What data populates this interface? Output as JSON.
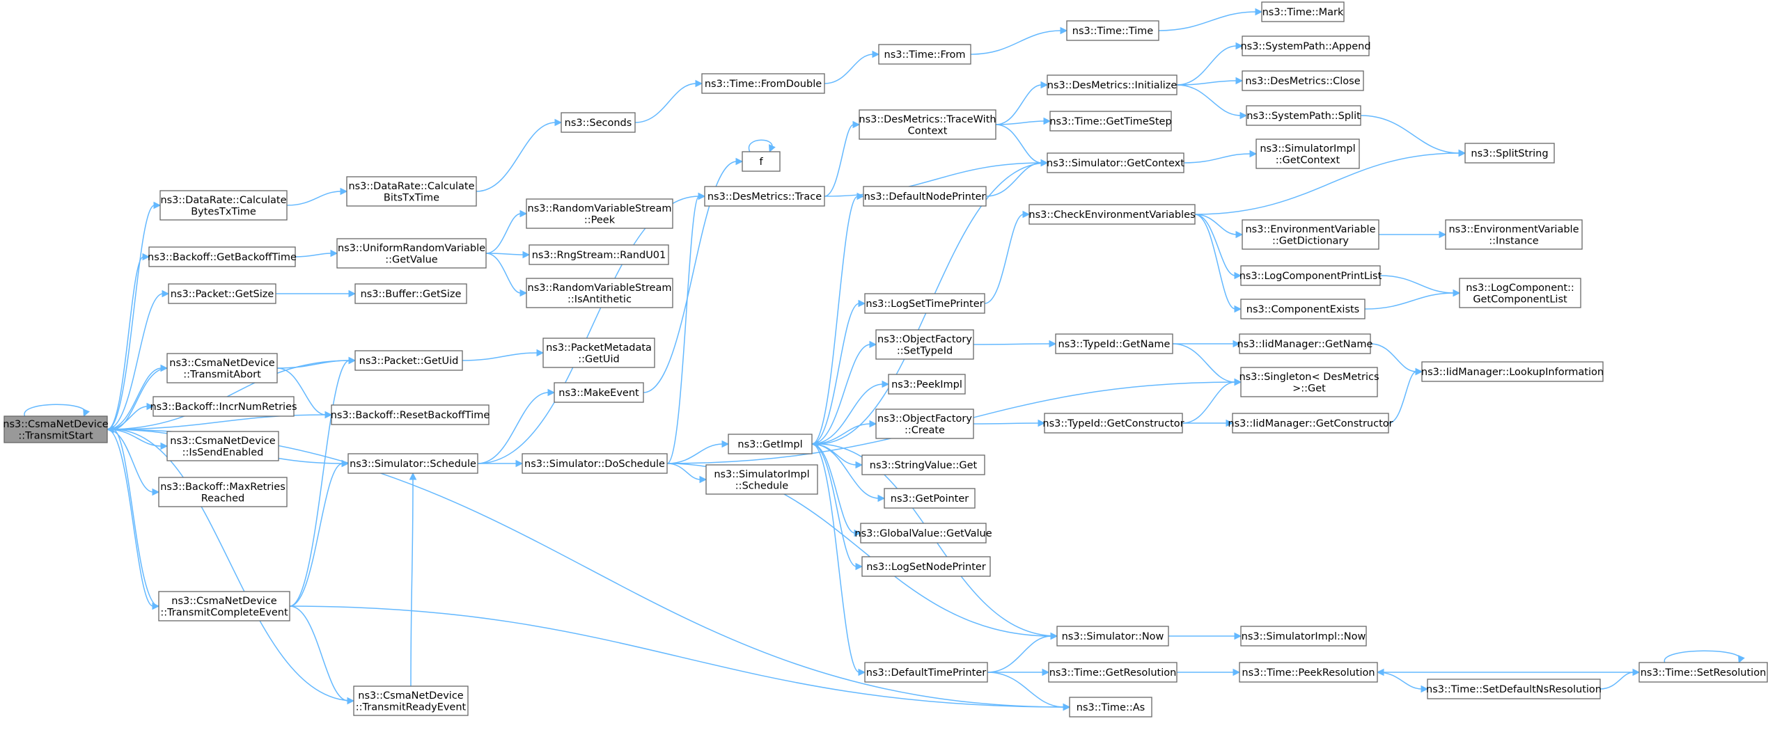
{
  "title": "ns3::CsmaNetDevice::TransmitStart call graph",
  "colors": {
    "edge": "#63b8ff",
    "node_border": "#666666",
    "root_fill": "#999999"
  },
  "nodes": [
    {
      "id": "root",
      "lines": [
        "ns3::CsmaNetDevice",
        "::TransmitStart"
      ],
      "root": true
    },
    {
      "id": "dr_calcTx",
      "lines": [
        "ns3::DataRate::Calculate",
        "BytesTxTime"
      ]
    },
    {
      "id": "dr_calcBits",
      "lines": [
        "ns3::DataRate::Calculate",
        "BitsTxTime"
      ]
    },
    {
      "id": "seconds",
      "lines": [
        "ns3::Seconds"
      ]
    },
    {
      "id": "fromDouble",
      "lines": [
        "ns3::Time::FromDouble"
      ]
    },
    {
      "id": "from",
      "lines": [
        "ns3::Time::From"
      ]
    },
    {
      "id": "timeTime",
      "lines": [
        "ns3::Time::Time"
      ]
    },
    {
      "id": "mark",
      "lines": [
        "ns3::Time::Mark"
      ]
    },
    {
      "id": "backoffTime",
      "lines": [
        "ns3::Backoff::GetBackoffTime"
      ]
    },
    {
      "id": "urvGet",
      "lines": [
        "ns3::UniformRandomVariable",
        "::GetValue"
      ]
    },
    {
      "id": "rvsPeek",
      "lines": [
        "ns3::RandomVariableStream",
        "::Peek"
      ]
    },
    {
      "id": "rand",
      "lines": [
        "ns3::RngStream::RandU01"
      ]
    },
    {
      "id": "rvsAnti",
      "lines": [
        "ns3::RandomVariableStream",
        "::IsAntithetic"
      ]
    },
    {
      "id": "pktSize",
      "lines": [
        "ns3::Packet::GetSize"
      ]
    },
    {
      "id": "bufSize",
      "lines": [
        "ns3::Buffer::GetSize"
      ]
    },
    {
      "id": "abort",
      "lines": [
        "ns3::CsmaNetDevice",
        "::TransmitAbort"
      ]
    },
    {
      "id": "pktUid",
      "lines": [
        "ns3::Packet::GetUid"
      ]
    },
    {
      "id": "metaUid",
      "lines": [
        "ns3::PacketMetadata",
        "::GetUid"
      ]
    },
    {
      "id": "incr",
      "lines": [
        "ns3::Backoff::IncrNumRetries"
      ]
    },
    {
      "id": "resetBk",
      "lines": [
        "ns3::Backoff::ResetBackoffTime"
      ]
    },
    {
      "id": "sendEn",
      "lines": [
        "ns3::CsmaNetDevice",
        "::IsSendEnabled"
      ]
    },
    {
      "id": "maxRet",
      "lines": [
        "ns3::Backoff::MaxRetries",
        "Reached"
      ]
    },
    {
      "id": "complete",
      "lines": [
        "ns3::CsmaNetDevice",
        "::TransmitCompleteEvent"
      ]
    },
    {
      "id": "ready",
      "lines": [
        "ns3::CsmaNetDevice",
        "::TransmitReadyEvent"
      ]
    },
    {
      "id": "makeEvent",
      "lines": [
        "ns3::MakeEvent"
      ]
    },
    {
      "id": "simSched",
      "lines": [
        "ns3::Simulator::Schedule"
      ]
    },
    {
      "id": "doSched",
      "lines": [
        "ns3::Simulator::DoSchedule"
      ]
    },
    {
      "id": "f",
      "lines": [
        "f"
      ]
    },
    {
      "id": "desTrace",
      "lines": [
        "ns3::DesMetrics::Trace"
      ]
    },
    {
      "id": "desTraceCtx",
      "lines": [
        "ns3::DesMetrics::TraceWith",
        "Context"
      ]
    },
    {
      "id": "desInit",
      "lines": [
        "ns3::DesMetrics::Initialize"
      ]
    },
    {
      "id": "spAppend",
      "lines": [
        "ns3::SystemPath::Append"
      ]
    },
    {
      "id": "desClose",
      "lines": [
        "ns3::DesMetrics::Close"
      ]
    },
    {
      "id": "spSplit",
      "lines": [
        "ns3::SystemPath::Split"
      ]
    },
    {
      "id": "splitStr",
      "lines": [
        "ns3::SplitString"
      ]
    },
    {
      "id": "timeStep",
      "lines": [
        "ns3::Time::GetTimeStep"
      ]
    },
    {
      "id": "simCtx",
      "lines": [
        "ns3::Simulator::GetContext"
      ]
    },
    {
      "id": "simImplCtx",
      "lines": [
        "ns3::SimulatorImpl",
        "::GetContext"
      ]
    },
    {
      "id": "defNode",
      "lines": [
        "ns3::DefaultNodePrinter"
      ]
    },
    {
      "id": "checkEnv",
      "lines": [
        "ns3::CheckEnvironmentVariables"
      ]
    },
    {
      "id": "envDict",
      "lines": [
        "ns3::EnvironmentVariable",
        "::GetDictionary"
      ]
    },
    {
      "id": "envInst",
      "lines": [
        "ns3::EnvironmentVariable",
        "::Instance"
      ]
    },
    {
      "id": "lcpList",
      "lines": [
        "ns3::LogComponentPrintList"
      ]
    },
    {
      "id": "lcList",
      "lines": [
        "ns3::LogComponent::",
        "GetComponentList"
      ]
    },
    {
      "id": "compExists",
      "lines": [
        "ns3::ComponentExists"
      ]
    },
    {
      "id": "logSetTime",
      "lines": [
        "ns3::LogSetTimePrinter"
      ]
    },
    {
      "id": "ofSetType",
      "lines": [
        "ns3::ObjectFactory",
        "::SetTypeId"
      ]
    },
    {
      "id": "tidGetName",
      "lines": [
        "ns3::TypeId::GetName"
      ]
    },
    {
      "id": "iidGetName",
      "lines": [
        "ns3::IidManager::GetName"
      ]
    },
    {
      "id": "iidLookup",
      "lines": [
        "ns3::IidManager::LookupInformation"
      ]
    },
    {
      "id": "singleton",
      "lines": [
        "ns3::Singleton< DesMetrics",
        ">::Get"
      ]
    },
    {
      "id": "peekImpl",
      "lines": [
        "ns3::PeekImpl"
      ]
    },
    {
      "id": "getImpl",
      "lines": [
        "ns3::GetImpl"
      ]
    },
    {
      "id": "ofCreate",
      "lines": [
        "ns3::ObjectFactory",
        "::Create"
      ]
    },
    {
      "id": "tidCtor",
      "lines": [
        "ns3::TypeId::GetConstructor"
      ]
    },
    {
      "id": "iidCtor",
      "lines": [
        "ns3::IidManager::GetConstructor"
      ]
    },
    {
      "id": "strGet",
      "lines": [
        "ns3::StringValue::Get"
      ]
    },
    {
      "id": "getPtr",
      "lines": [
        "ns3::GetPointer"
      ]
    },
    {
      "id": "gvGet",
      "lines": [
        "ns3::GlobalValue::GetValue"
      ]
    },
    {
      "id": "logSetNode",
      "lines": [
        "ns3::LogSetNodePrinter"
      ]
    },
    {
      "id": "simImplSched",
      "lines": [
        "ns3::SimulatorImpl",
        "::Schedule"
      ]
    },
    {
      "id": "simNow",
      "lines": [
        "ns3::Simulator::Now"
      ]
    },
    {
      "id": "simImplNow",
      "lines": [
        "ns3::SimulatorImpl::Now"
      ]
    },
    {
      "id": "defTime",
      "lines": [
        "ns3::DefaultTimePrinter"
      ]
    },
    {
      "id": "getRes",
      "lines": [
        "ns3::Time::GetResolution"
      ]
    },
    {
      "id": "peekRes",
      "lines": [
        "ns3::Time::PeekResolution"
      ]
    },
    {
      "id": "setDefNs",
      "lines": [
        "ns3::Time::SetDefaultNsResolution"
      ]
    },
    {
      "id": "setRes",
      "lines": [
        "ns3::Time::SetResolution"
      ]
    },
    {
      "id": "timeAs",
      "lines": [
        "ns3::Time::As"
      ]
    }
  ],
  "edges": [
    [
      "root",
      "root"
    ],
    [
      "root",
      "dr_calcTx"
    ],
    [
      "root",
      "backoffTime"
    ],
    [
      "root",
      "pktSize"
    ],
    [
      "root",
      "pktUid"
    ],
    [
      "root",
      "abort"
    ],
    [
      "root",
      "incr"
    ],
    [
      "root",
      "sendEn"
    ],
    [
      "root",
      "maxRet"
    ],
    [
      "root",
      "resetBk"
    ],
    [
      "root",
      "simSched"
    ],
    [
      "root",
      "complete"
    ],
    [
      "root",
      "timeAs"
    ],
    [
      "dr_calcTx",
      "dr_calcBits"
    ],
    [
      "dr_calcBits",
      "seconds"
    ],
    [
      "seconds",
      "fromDouble"
    ],
    [
      "fromDouble",
      "from"
    ],
    [
      "from",
      "timeTime"
    ],
    [
      "timeTime",
      "mark"
    ],
    [
      "backoffTime",
      "urvGet"
    ],
    [
      "urvGet",
      "rvsPeek"
    ],
    [
      "urvGet",
      "rand"
    ],
    [
      "urvGet",
      "rvsAnti"
    ],
    [
      "pktSize",
      "bufSize"
    ],
    [
      "abort",
      "root"
    ],
    [
      "abort",
      "pktUid"
    ],
    [
      "abort",
      "resetBk"
    ],
    [
      "pktUid",
      "metaUid"
    ],
    [
      "complete",
      "root"
    ],
    [
      "complete",
      "pktUid"
    ],
    [
      "complete",
      "simSched"
    ],
    [
      "complete",
      "ready"
    ],
    [
      "complete",
      "timeAs"
    ],
    [
      "ready",
      "root"
    ],
    [
      "ready",
      "simSched"
    ],
    [
      "simSched",
      "makeEvent"
    ],
    [
      "simSched",
      "doSched"
    ],
    [
      "simSched",
      "desTrace"
    ],
    [
      "makeEvent",
      "f"
    ],
    [
      "f",
      "f"
    ],
    [
      "doSched",
      "getImpl"
    ],
    [
      "doSched",
      "simImplSched"
    ],
    [
      "doSched",
      "desTrace"
    ],
    [
      "doSched",
      "simNow"
    ],
    [
      "doSched",
      "singleton"
    ],
    [
      "desTrace",
      "desTraceCtx"
    ],
    [
      "desTrace",
      "simCtx"
    ],
    [
      "desTraceCtx",
      "desInit"
    ],
    [
      "desTraceCtx",
      "timeStep"
    ],
    [
      "desTraceCtx",
      "simCtx"
    ],
    [
      "desInit",
      "spAppend"
    ],
    [
      "desInit",
      "desClose"
    ],
    [
      "desInit",
      "spSplit"
    ],
    [
      "spSplit",
      "splitStr"
    ],
    [
      "simCtx",
      "simImplCtx"
    ],
    [
      "simCtx",
      "getImpl"
    ],
    [
      "defNode",
      "simCtx"
    ],
    [
      "checkEnv",
      "splitStr"
    ],
    [
      "checkEnv",
      "envDict"
    ],
    [
      "checkEnv",
      "lcpList"
    ],
    [
      "checkEnv",
      "compExists"
    ],
    [
      "envDict",
      "envInst"
    ],
    [
      "lcpList",
      "lcList"
    ],
    [
      "compExists",
      "lcList"
    ],
    [
      "logSetTime",
      "checkEnv"
    ],
    [
      "ofSetType",
      "tidGetName"
    ],
    [
      "tidGetName",
      "iidGetName"
    ],
    [
      "tidGetName",
      "singleton"
    ],
    [
      "iidGetName",
      "iidLookup"
    ],
    [
      "ofCreate",
      "tidCtor"
    ],
    [
      "tidCtor",
      "iidCtor"
    ],
    [
      "tidCtor",
      "singleton"
    ],
    [
      "iidCtor",
      "iidLookup"
    ],
    [
      "getImpl",
      "defNode"
    ],
    [
      "getImpl",
      "logSetTime"
    ],
    [
      "getImpl",
      "ofSetType"
    ],
    [
      "getImpl",
      "peekImpl"
    ],
    [
      "getImpl",
      "ofCreate"
    ],
    [
      "getImpl",
      "strGet"
    ],
    [
      "getImpl",
      "getPtr"
    ],
    [
      "getImpl",
      "gvGet"
    ],
    [
      "getImpl",
      "logSetNode"
    ],
    [
      "getImpl",
      "defTime"
    ],
    [
      "simNow",
      "getImpl"
    ],
    [
      "simNow",
      "simImplNow"
    ],
    [
      "defTime",
      "simNow"
    ],
    [
      "defTime",
      "getRes"
    ],
    [
      "defTime",
      "timeAs"
    ],
    [
      "getRes",
      "peekRes"
    ],
    [
      "peekRes",
      "setDefNs"
    ],
    [
      "setDefNs",
      "setRes"
    ],
    [
      "setRes",
      "peekRes"
    ],
    [
      "setRes",
      "setRes"
    ]
  ]
}
